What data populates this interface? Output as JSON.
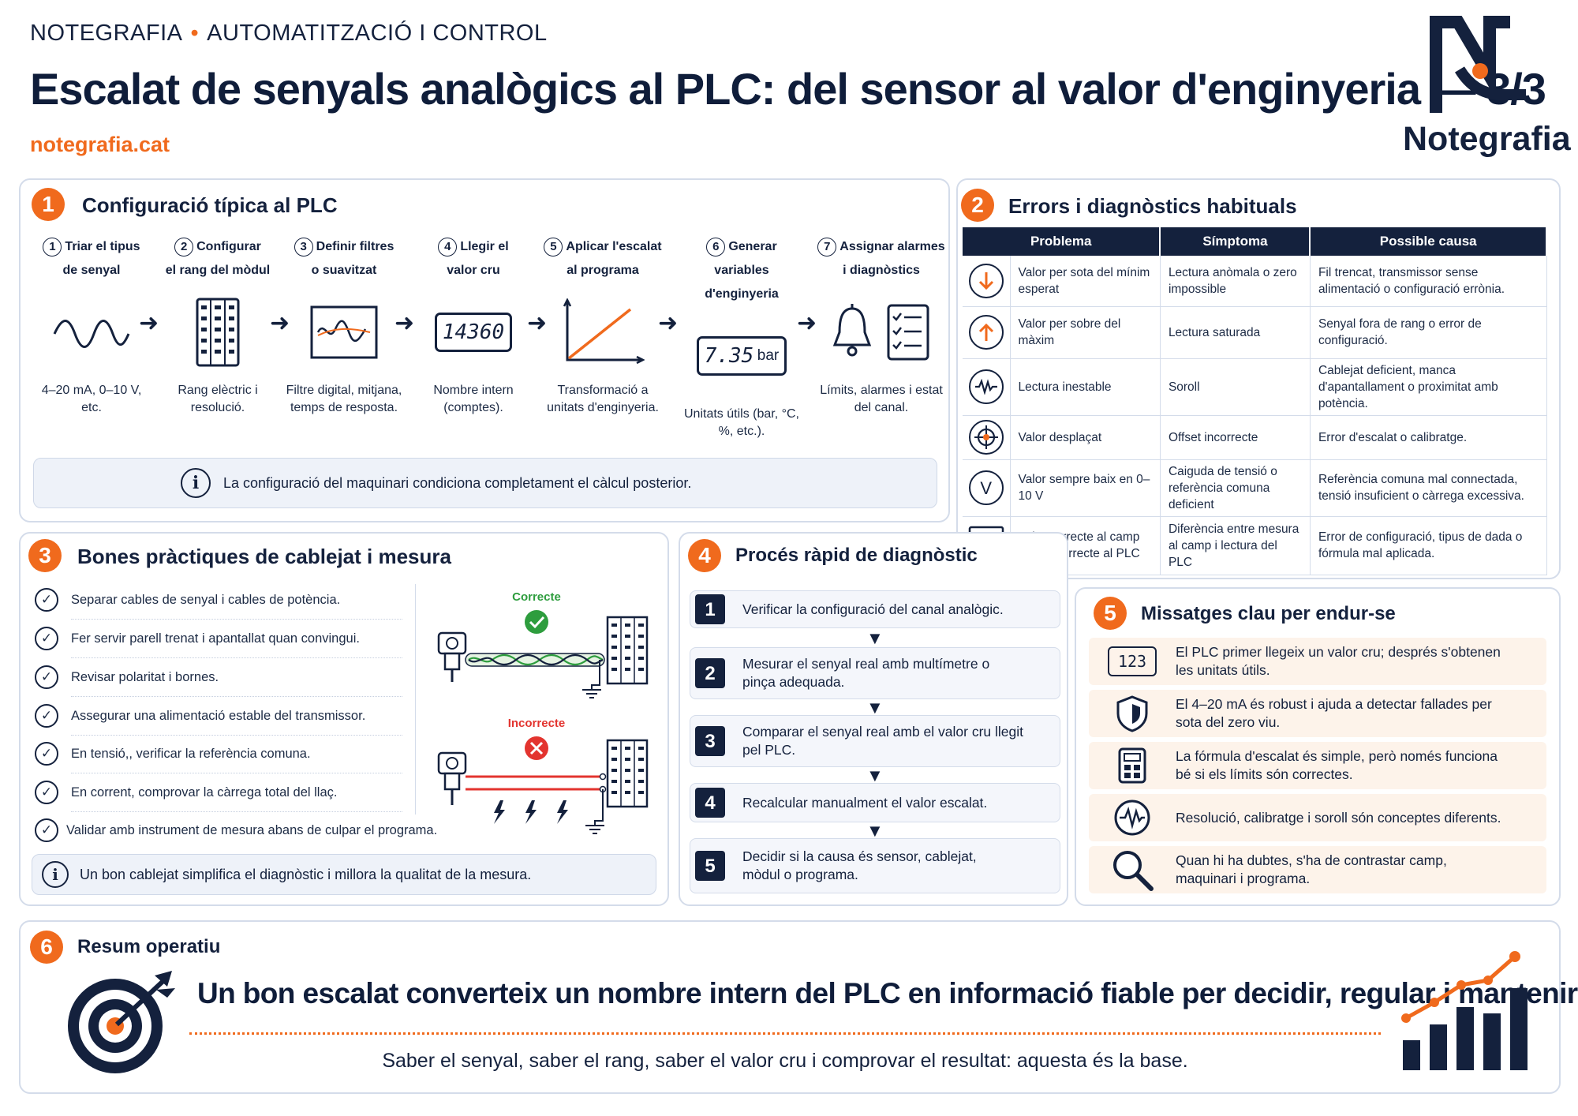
{
  "header": {
    "brand": "NOTEGRAFIA",
    "section": "AUTOMATITZACIÓ I CONTROL",
    "title": "Escalat de senyals analògics al PLC: del sensor al valor d'enginyeria — 3/3",
    "site": "notegrafia.cat",
    "logo_text": "Notegrafia"
  },
  "colors": {
    "navy": "#14213d",
    "orange": "#f06a1d",
    "panel_border": "#d4dcea",
    "ok": "#2e9d3e",
    "bad": "#e3342f"
  },
  "panel1": {
    "number": "1",
    "title": "Configuració típica al PLC",
    "steps": [
      {
        "num": "1",
        "label_l1": "Triar el tipus",
        "label_l2": "de senyal",
        "icon": "sine-wave-icon",
        "desc": "4–20 mA, 0–10 V, etc."
      },
      {
        "num": "2",
        "label_l1": "Configurar",
        "label_l2": "el rang del mòdul",
        "icon": "io-module-icon",
        "desc": "Rang elèctric i resolució."
      },
      {
        "num": "3",
        "label_l1": "Definir filtres",
        "label_l2": "o suavitzat",
        "icon": "filter-screen-icon",
        "desc": "Filtre digital, mitjana, temps de resposta."
      },
      {
        "num": "4",
        "label_l1": "Llegir el",
        "label_l2": "valor cru",
        "icon": "raw-counter-icon",
        "display": "14360",
        "desc": "Nombre intern (comptes)."
      },
      {
        "num": "5",
        "label_l1": "Aplicar l'escalat",
        "label_l2": "al programa",
        "icon": "linear-graph-icon",
        "desc": "Transformació a unitats d'enginyeria."
      },
      {
        "num": "6",
        "label_l1": "Generar variables",
        "label_l2": "d'enginyeria",
        "icon": "engineering-display-icon",
        "display": "7.35",
        "display_unit": "bar",
        "desc": "Unitats útils (bar, °C, %, etc.)."
      },
      {
        "num": "7",
        "label_l1": "Assignar alarmes",
        "label_l2": "i diagnòstics",
        "icon": "bell-checklist-icon",
        "desc": "Límits, alarmes i estat del canal."
      }
    ],
    "note": "La configuració del maquinari condiciona completament el càlcul posterior."
  },
  "panel2": {
    "number": "2",
    "title": "Errors i diagnòstics habituals",
    "columns": [
      "Problema",
      "Símptoma",
      "Possible causa"
    ],
    "rows": [
      {
        "icon": "arrow-down-icon",
        "problem": "Valor per sota del mínim esperat",
        "symptom": "Lectura anòmala o zero impossible",
        "cause": "Fil trencat, transmissor sense alimentació o configuració errònia."
      },
      {
        "icon": "arrow-up-icon",
        "problem": "Valor per sobre del màxim",
        "symptom": "Lectura saturada",
        "cause": "Senyal fora de rang o error de configuració."
      },
      {
        "icon": "noise-wave-icon",
        "problem": "Lectura inestable",
        "symptom": "Soroll",
        "cause": "Cablejat deficient, manca d'apantallament o proximitat amb potència."
      },
      {
        "icon": "target-offset-icon",
        "problem": "Valor desplaçat",
        "symptom": "Offset incorrecte",
        "cause": "Error d'escalat o calibratge."
      },
      {
        "icon": "voltage-v-icon",
        "problem": "Valor sempre baix en 0–10 V",
        "symptom": "Caiguda de tensió o referència comuna deficient",
        "cause": "Referència comuna mal connectada, tensió insuficient o càrrega excessiva."
      },
      {
        "icon": "monitor-chart-icon",
        "problem": "Valor correcte al camp però incorrecte al PLC",
        "symptom": "Diferència entre mesura al camp i lectura del PLC",
        "cause": "Error de configuració, tipus de dada o fórmula mal aplicada."
      }
    ]
  },
  "panel3": {
    "number": "3",
    "title": "Bones pràctiques de cablejat i mesura",
    "items": [
      "Separar cables de senyal i cables de potència.",
      "Fer servir parell trenat i apantallat quan convingui.",
      "Revisar polaritat i bornes.",
      "Assegurar una alimentació estable del transmissor.",
      "En tensió,, verificar la referència comuna.",
      "En corrent, comprovar la càrrega total del llaç.",
      "Validar amb instrument de mesura abans de culpar el programa."
    ],
    "correct_label": "Correcte",
    "incorrect_label": "Incorrecte",
    "note": "Un bon cablejat simplifica el diagnòstic i millora la qualitat de la mesura."
  },
  "panel4": {
    "number": "4",
    "title": "Procés ràpid de diagnòstic",
    "steps": [
      {
        "num": "1",
        "text": "Verificar la configuració del canal analògic."
      },
      {
        "num": "2",
        "text": "Mesurar el senyal real amb multímetre o pinça adequada."
      },
      {
        "num": "3",
        "text": "Comparar el senyal real amb el valor cru llegit pel PLC."
      },
      {
        "num": "4",
        "text": "Recalcular manualment el valor escalat."
      },
      {
        "num": "5",
        "text": "Decidir si la causa és sensor, cablejat, mòdul o programa."
      }
    ]
  },
  "panel5": {
    "number": "5",
    "title": "Missatges clau per endur-se",
    "items": [
      {
        "icon": "counter-123-icon",
        "icon_text": "123",
        "text": "El PLC primer llegeix un valor cru; després s'obtenen les unitats útils."
      },
      {
        "icon": "shield-icon",
        "text": "El 4–20 mA és robust i ajuda a detectar fallades per sota del zero viu."
      },
      {
        "icon": "calculator-icon",
        "text": "La fórmula d'escalat és simple, però només funciona bé si els límits són correctes."
      },
      {
        "icon": "noise-wave-icon",
        "text": "Resolució, calibratge i soroll són conceptes diferents."
      },
      {
        "icon": "magnifier-icon",
        "text": "Quan hi ha dubtes, s'ha de contrastar camp, maquinari i programa."
      }
    ]
  },
  "panel6": {
    "number": "6",
    "title": "Resum operatiu",
    "main": "Un bon escalat converteix un nombre intern del PLC en informació fiable per decidir, regular i mantenir.",
    "sub": "Saber el senyal, saber el rang, saber el valor cru i comprovar el resultat: aquesta és la base."
  }
}
